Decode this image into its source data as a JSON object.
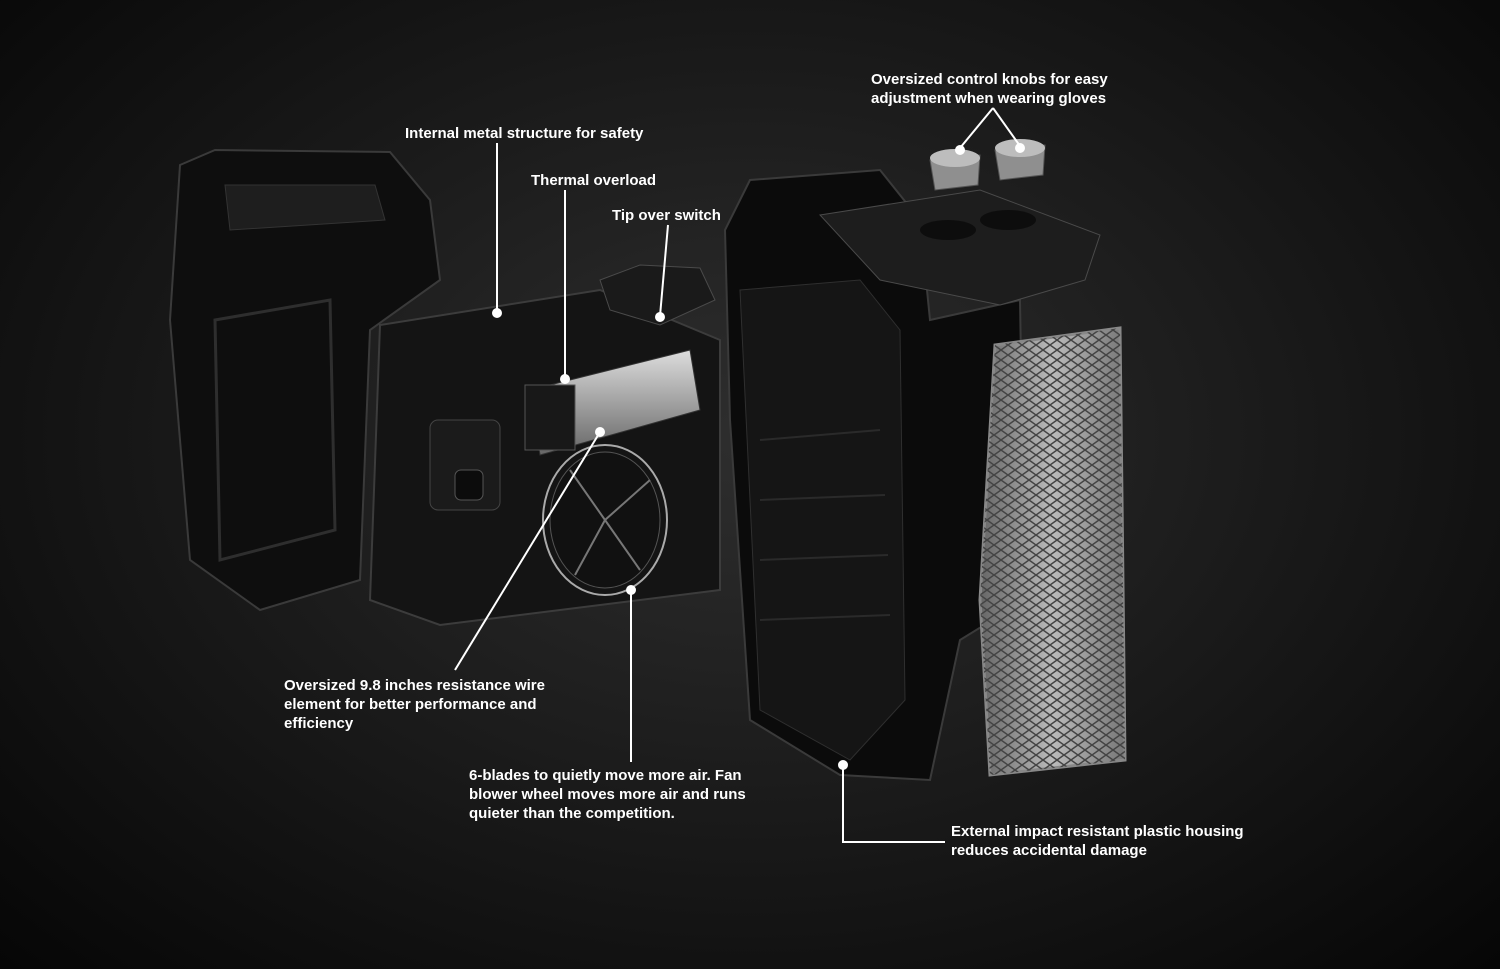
{
  "callouts": {
    "knobs": {
      "lines": [
        "Oversized control knobs for easy",
        "adjustment when wearing gloves"
      ]
    },
    "metal_structure": {
      "lines": [
        "Internal metal structure for safety"
      ]
    },
    "thermal_overload": {
      "lines": [
        "Thermal overload"
      ]
    },
    "tip_over": {
      "lines": [
        "Tip over switch"
      ]
    },
    "resistance_wire": {
      "lines": [
        "Oversized 9.8 inches resistance wire",
        "element for better performance and",
        "efficiency"
      ]
    },
    "blades": {
      "lines": [
        "6-blades to quietly move more air. Fan",
        "blower wheel moves more air and runs",
        "quieter than the competition."
      ]
    },
    "housing": {
      "lines": [
        "External impact resistant plastic housing",
        "reduces accidental damage"
      ]
    }
  },
  "colors": {
    "background": "#1c1c1c",
    "text": "#ffffff",
    "parts": "#0d0d0d"
  }
}
